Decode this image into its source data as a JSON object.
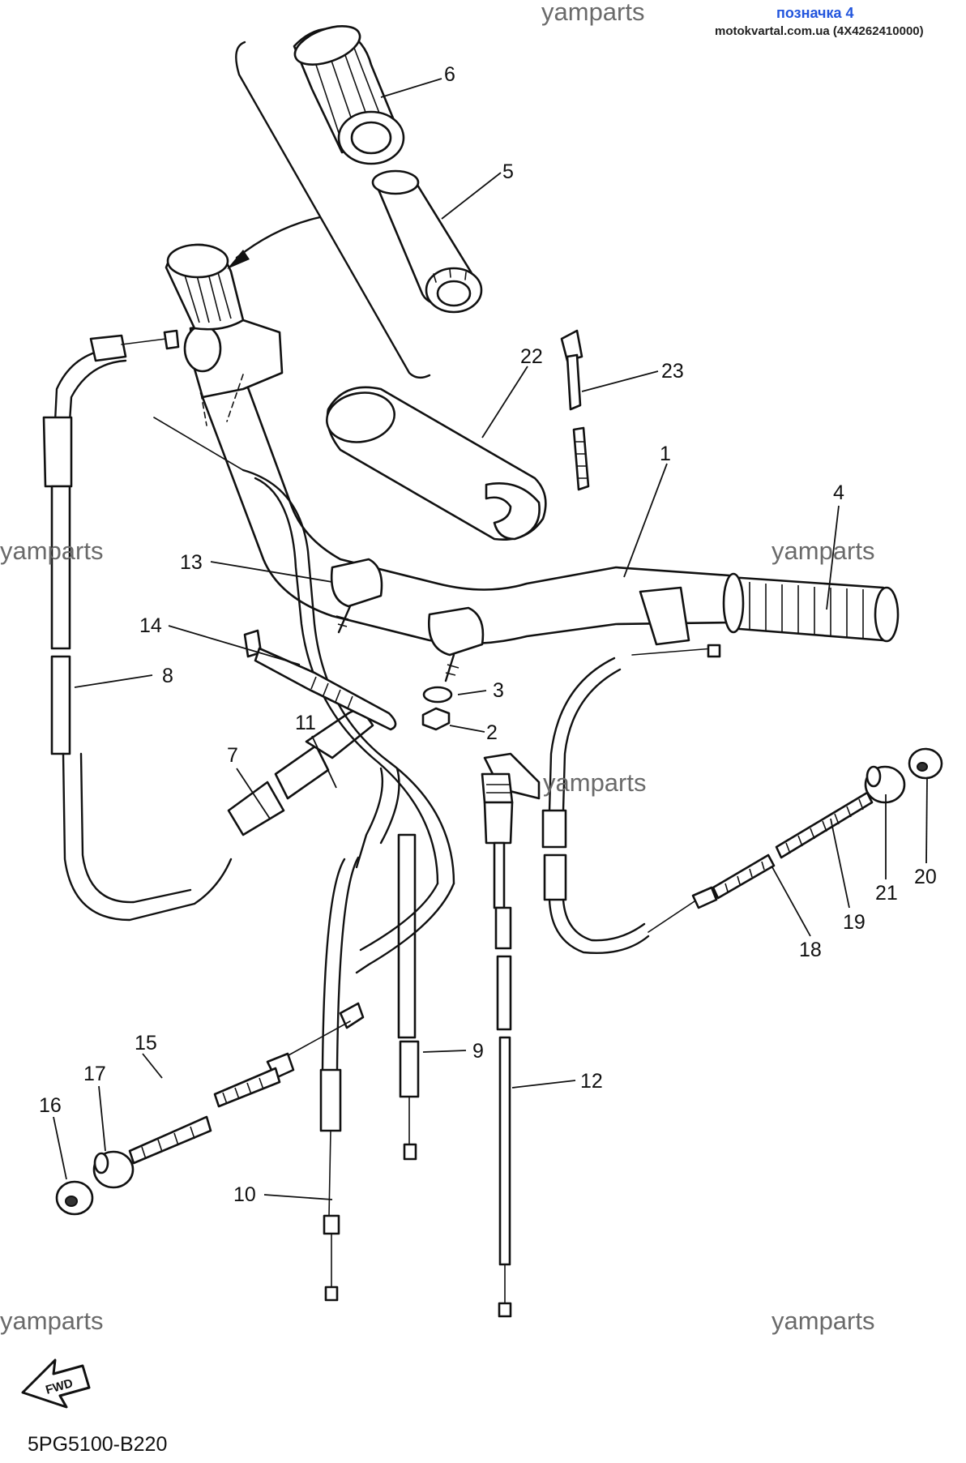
{
  "header": {
    "watermark_top": "yamparts",
    "badge": "позначка 4",
    "site_ref": "motokvartal.com.ua (4X4262410000)"
  },
  "watermarks": [
    "yamparts",
    "yamparts",
    "yamparts",
    "yamparts",
    "yamparts"
  ],
  "callouts": [
    "1",
    "2",
    "3",
    "4",
    "5",
    "6",
    "7",
    "8",
    "9",
    "10",
    "11",
    "12",
    "13",
    "14",
    "15",
    "16",
    "17",
    "18",
    "19",
    "20",
    "21",
    "22",
    "23"
  ],
  "footer": {
    "fwd_label": "FWD",
    "diagram_code": "5PG5100-B220"
  },
  "colors": {
    "badge": "#2255dd",
    "watermark": "#6a6a6a",
    "line": "#111111"
  }
}
